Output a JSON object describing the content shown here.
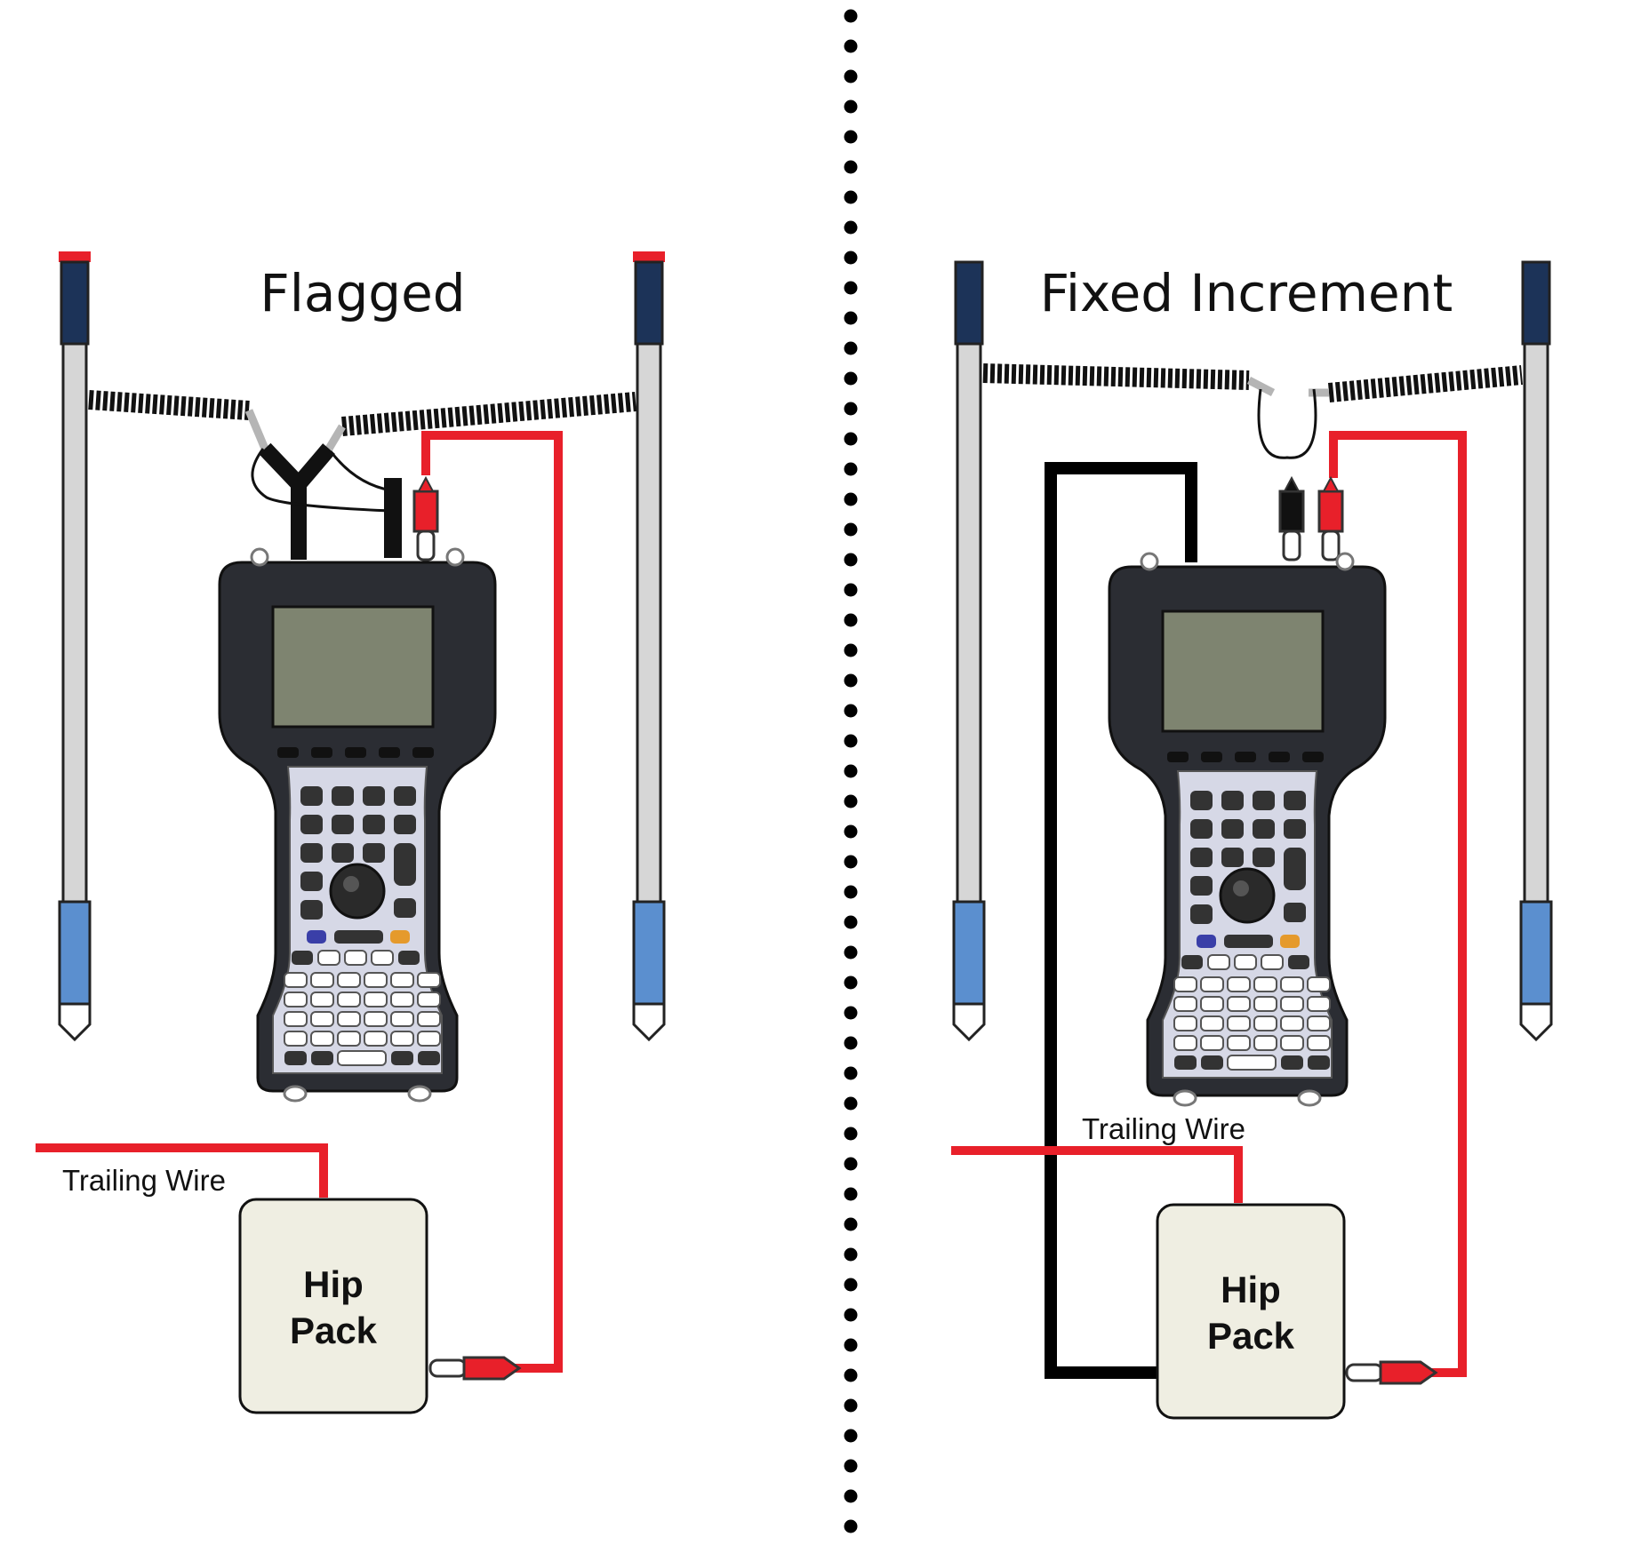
{
  "colors": {
    "wire_red": "#e8202a",
    "wire_black": "#000000",
    "probe_top": "#1c3358",
    "probe_bottom": "#5b8fcf",
    "probe_shaft": "#d6d6d6",
    "flag_tip": "#e8202a",
    "device_body": "#2b2d33",
    "device_screen": "#7e8470",
    "device_keypad": "#d6d8e6",
    "hip_pack_fill": "#efeee2"
  },
  "panels": {
    "left": {
      "title": "Flagged",
      "trailing_wire_label": "Trailing Wire",
      "hip_pack_line1": "Hip",
      "hip_pack_line2": "Pack"
    },
    "right": {
      "title": "Fixed Increment",
      "trailing_wire_label": "Trailing Wire",
      "hip_pack_line1": "Hip",
      "hip_pack_line2": "Pack"
    }
  },
  "divider": {
    "style": "dotted",
    "color": "#000000"
  }
}
